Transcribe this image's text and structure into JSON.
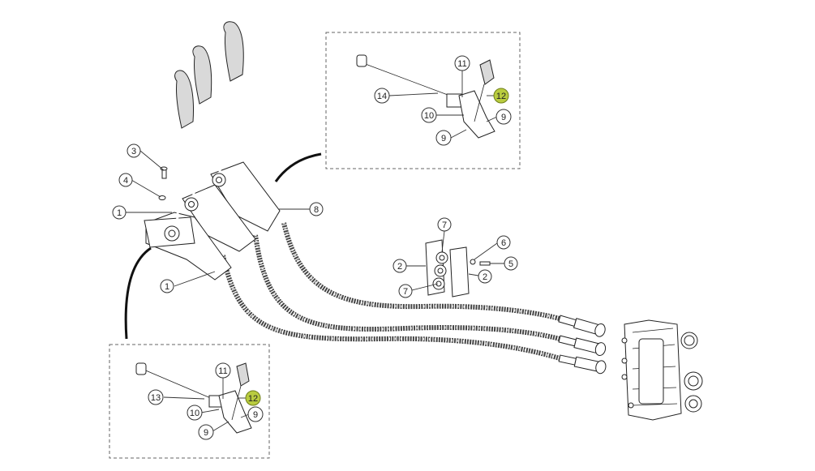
{
  "callouts": {
    "c1a": "1",
    "c1b": "1",
    "c2a": "2",
    "c2b": "2",
    "c3": "3",
    "c4": "4",
    "c5": "5",
    "c6": "6",
    "c7a": "7",
    "c7b": "7",
    "c8": "8",
    "top": {
      "c9a": "9",
      "c9b": "9",
      "c10": "10",
      "c11": "11",
      "c12": "12",
      "c14": "14"
    },
    "bottom": {
      "c9a": "9",
      "c9b": "9",
      "c10": "10",
      "c11": "11",
      "c12": "12",
      "c13": "13"
    }
  },
  "colors": {
    "highlight": "#b9cc3f",
    "line": "#222222",
    "inset_border": "#666666"
  }
}
